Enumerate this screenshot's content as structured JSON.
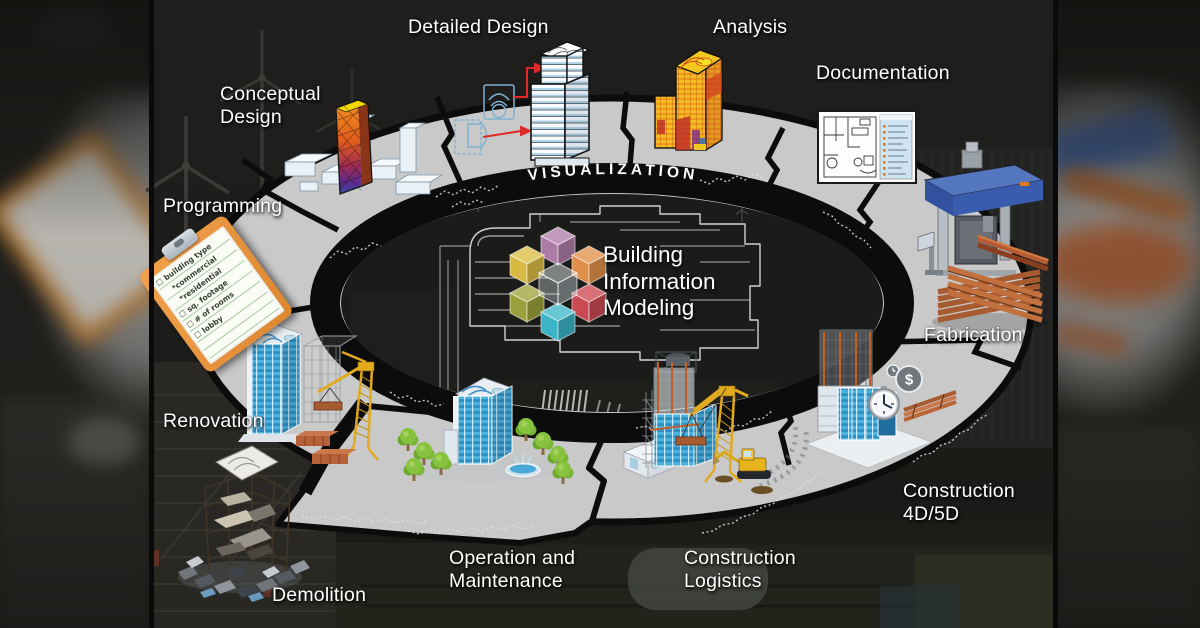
{
  "diagram": {
    "title_lines": [
      "Building",
      "Information",
      "Modeling"
    ],
    "ring_label": "VISUALIZATION",
    "stages": [
      {
        "id": "conceptual-design",
        "label": "Conceptual\nDesign",
        "icon": "massing-city-model-icon"
      },
      {
        "id": "detailed-design",
        "label": "Detailed Design",
        "icon": "skyscraper-sketch-icon"
      },
      {
        "id": "analysis",
        "label": "Analysis",
        "icon": "heatmap-building-icon"
      },
      {
        "id": "documentation",
        "label": "Documentation",
        "icon": "floor-plan-sheet-icon"
      },
      {
        "id": "fabrication",
        "label": "Fabrication",
        "icon": "cnc-machine-steel-beams-icon"
      },
      {
        "id": "construction-4d-5d",
        "label": "Construction\n4D/5D",
        "icon": "schedule-cost-building-icon"
      },
      {
        "id": "construction-logistics",
        "label": "Construction\nLogistics",
        "icon": "tower-crane-site-icon"
      },
      {
        "id": "operation-maintenance",
        "label": "Operation and\nMaintenance",
        "icon": "completed-building-park-icon"
      },
      {
        "id": "demolition",
        "label": "Demolition",
        "icon": "collapsed-building-rubble-icon"
      },
      {
        "id": "renovation",
        "label": "Renovation",
        "icon": "retrofit-crane-bricks-icon"
      },
      {
        "id": "programming",
        "label": "Programming",
        "icon": "clipboard-checklist-icon"
      }
    ],
    "clipboard": {
      "items": [
        "☐ building type",
        "*commercial",
        "*residential",
        "☐ sq. footage",
        "☐ # of rooms",
        "☐ lobby"
      ]
    },
    "badges": {
      "dollar": "$"
    },
    "colors": {
      "background": "#1c1c1a",
      "ring_band": "#c9c9c9",
      "ring_outline": "#0c0c0c",
      "label_text": "#ffffff",
      "clipboard_orange": "#e8913a",
      "crane_yellow": "#e2aa1e",
      "glass_blue": "#4ab2de",
      "steel_orange": "#c06a35",
      "sketch_blue": "#7fb2d4",
      "arrow_red": "#e02828",
      "heat_yellow": "#f4bb22",
      "bim_cube_colors": [
        "#d8b942",
        "#ad7ba6",
        "#df8f49",
        "#9aa03a",
        "#3ab4c6",
        "#c94a52"
      ]
    }
  }
}
